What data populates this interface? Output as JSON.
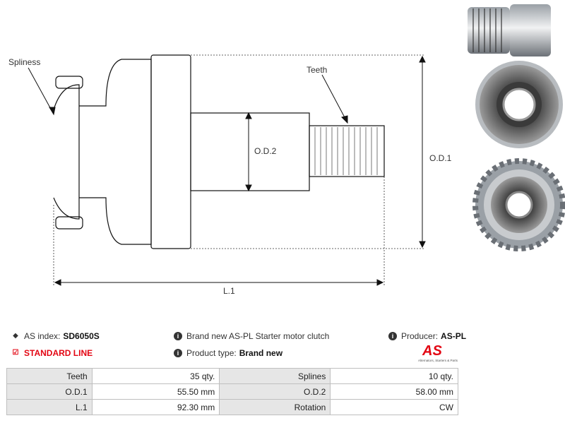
{
  "diagram": {
    "labels": {
      "splines": "Spliness",
      "teeth": "Teeth",
      "od2": "O.D.2",
      "od1": "O.D.1",
      "l1": "L.1"
    }
  },
  "info": {
    "index_label": "AS index:",
    "index_value": "SD6050S",
    "standard_line": "STANDARD LINE",
    "description": "Brand new AS-PL Starter motor clutch",
    "product_type_label": "Product type:",
    "product_type_value": "Brand new",
    "producer_label": "Producer:",
    "producer_value": "AS-PL"
  },
  "logo": {
    "text": "AS",
    "tagline": "Alternators, Starters & Parts",
    "color": "#e30613"
  },
  "specs": {
    "rows": [
      [
        {
          "label": "Teeth",
          "value": "35 qty."
        },
        {
          "label": "Splines",
          "value": "10 qty."
        }
      ],
      [
        {
          "label": "O.D.1",
          "value": "55.50 mm"
        },
        {
          "label": "O.D.2",
          "value": "58.00 mm"
        }
      ],
      [
        {
          "label": "L.1",
          "value": "92.30 mm"
        },
        {
          "label": "Rotation",
          "value": "CW"
        }
      ]
    ]
  },
  "icons": {
    "index": "tag-icon",
    "standard": "checkbox-icon",
    "info": "info-icon"
  },
  "colors": {
    "accent": "#e30613",
    "table_label_bg": "#e6e6e6",
    "table_border": "#bfbfbf"
  }
}
